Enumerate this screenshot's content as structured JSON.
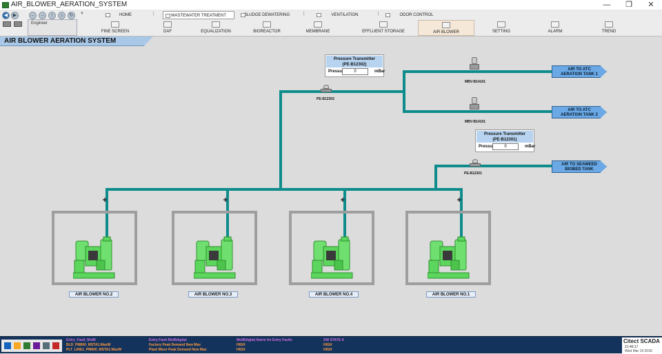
{
  "window": {
    "title": "AIR_BLOWER_AERATION_SYSTEM"
  },
  "user": {
    "name": "Engineer"
  },
  "nav_top": [
    {
      "label": "HOME"
    },
    {
      "label": "WASTEWATER TREATMENT"
    },
    {
      "label": "SLUDGE DEWATERING"
    },
    {
      "label": "VENTILATION"
    },
    {
      "label": "ODOR CONTROL"
    }
  ],
  "nav_sub": [
    {
      "label": "FINE SCREEN"
    },
    {
      "label": "DAF"
    },
    {
      "label": "EQUALIZATION"
    },
    {
      "label": "BIOREACTOR"
    },
    {
      "label": "MEMBRANE"
    },
    {
      "label": "EFFLUENT STORAGE"
    },
    {
      "label": "AIR BLOWER"
    },
    {
      "label": "SETTING"
    },
    {
      "label": "ALARM"
    },
    {
      "label": "TREND"
    }
  ],
  "page": {
    "title": "AIR BLOWER AERATION SYSTEM"
  },
  "transmitters": [
    {
      "title1": "Pressure Transmitter",
      "title2": "(PE-B12302)",
      "label": "Pressure",
      "value": "0",
      "unit": "mBar",
      "tag": "PE-B12302"
    },
    {
      "title1": "Pressure Transmitter",
      "title2": "(PE-B12301)",
      "label": "Pressure",
      "value": "0",
      "unit": "mBar",
      "tag": "PE-B12301"
    }
  ],
  "valves": [
    {
      "tag": "MBV-B14101"
    },
    {
      "tag": "MBV-B14101"
    }
  ],
  "destinations": [
    {
      "line1": "AIR TO ATC",
      "line2": "AERATION TANK 1"
    },
    {
      "line1": "AIR TO ATC",
      "line2": "AERATION TANK 2"
    },
    {
      "line1": "AIR TO SEAWEED",
      "line2": "BIOBED TANK"
    }
  ],
  "blowers": [
    {
      "label": "AIR BLOWER NO.2"
    },
    {
      "label": "AIR BLOWER NO.3"
    },
    {
      "label": "AIR BLOWER NO.4"
    },
    {
      "label": "AIR BLOWER NO.1"
    }
  ],
  "alarms": {
    "col1": [
      "Entry_Fault_MotB",
      "BLD_PM800_MSTA1:MaxW",
      "PLT_LINE1_PM800_MSTA1:MaxW"
    ],
    "col2": [
      "Entry Fault MotBdigital",
      "Factory Peak Demand New Max",
      "Plant Mixer Peak Demand New Max"
    ],
    "col3": [
      "MotBdigital Alarm for Entry Faults",
      "HIGH",
      "HIGH"
    ],
    "col4": [
      "SW STATE A",
      "HIGH",
      "HIGH"
    ]
  },
  "brand": {
    "name": "Citect SCADA",
    "time": "21:46:17",
    "date": "Wed Mar 14 2018"
  },
  "colors": {
    "pipe": "#0e8c8c",
    "blower": "#5cd65c",
    "header": "#a9c8e8",
    "status": "#14335c"
  }
}
